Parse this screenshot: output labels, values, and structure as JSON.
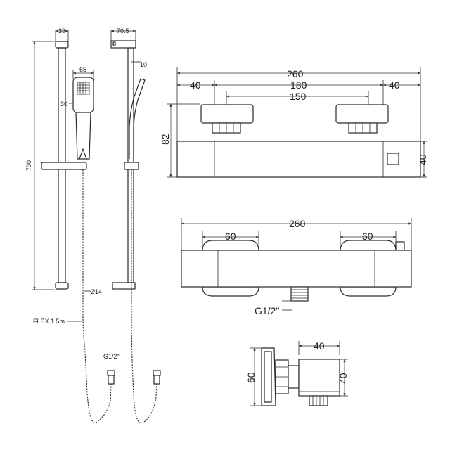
{
  "riser_rail": {
    "dims": {
      "rail_width": "39",
      "height": "700",
      "handset_head": "65",
      "handset_depth": "30",
      "hose_diameter": "Ø14",
      "hose_length": "FLEX 1.5m",
      "hose_connection": "G1/2\""
    },
    "side_dims": {
      "depth": "70.5",
      "top_offset": "10"
    }
  },
  "valve": {
    "front_top": {
      "overall": "260",
      "left_offset": "40",
      "centres": "180",
      "inner_centres": "150",
      "right_offset": "40",
      "height": "82",
      "body_height": "40"
    },
    "front_bottom": {
      "overall": "260",
      "left_handle": "60",
      "right_handle": "60",
      "outlet": "G1/2\""
    },
    "side": {
      "body_width": "40",
      "body_height": "40",
      "handle_height": "60"
    }
  }
}
